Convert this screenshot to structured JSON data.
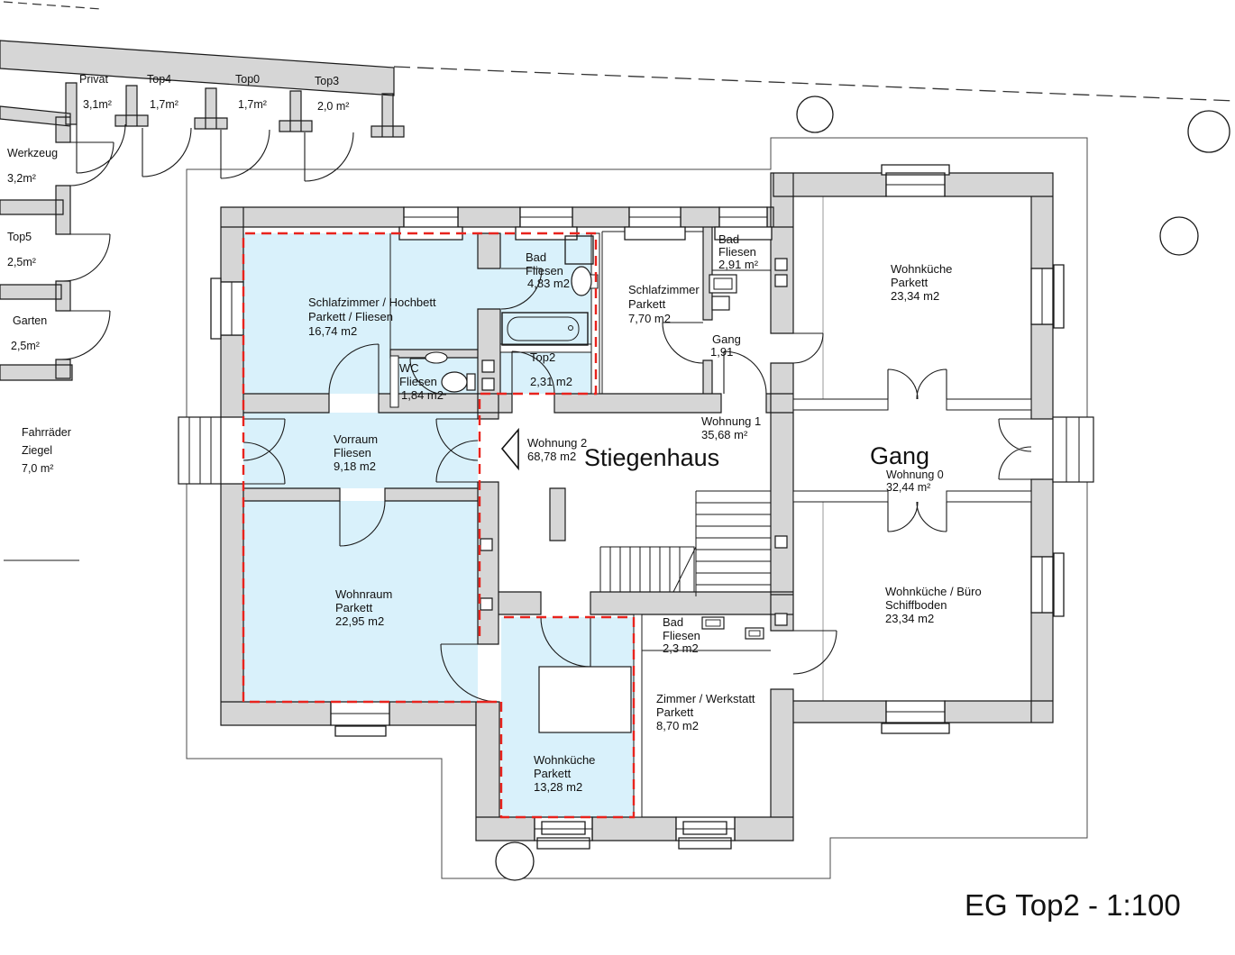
{
  "plan": {
    "title": "EG Top2 - 1:100",
    "colors": {
      "wall": "#d6d6d6",
      "highlight": "#d9f1fb",
      "boundary_red": "#e8231d"
    },
    "outbuildings": {
      "privat": {
        "name": "Privat",
        "area": "3,1m²"
      },
      "top4": {
        "name": "Top4",
        "area": "1,7m²"
      },
      "top0": {
        "name": "Top0",
        "area": "1,7m²"
      },
      "top3": {
        "name": "Top3",
        "area": "2,0 m²"
      },
      "werkzeug": {
        "name": "Werkzeug",
        "area": "3,2m²"
      },
      "top5": {
        "name": "Top5",
        "area": "2,5m²"
      },
      "garten": {
        "name": "Garten",
        "area": "2,5m²"
      },
      "fahrraeder": {
        "l1": "Fahrräder",
        "l2": "Ziegel",
        "area": "7,0 m²"
      }
    },
    "rooms": {
      "schlaf_hochbett": {
        "l1": "Schlafzimmer / Hochbett",
        "l2": "Parkett / Fliesen",
        "area": "16,74 m2"
      },
      "bad_top2": {
        "l1": "Bad",
        "l2": "Fliesen",
        "area": "4,83 m2"
      },
      "wc": {
        "l1": "WC",
        "l2": "Fliesen",
        "area": "1,84 m2"
      },
      "top2room": {
        "l1": "Top2",
        "area": "2,31 m2"
      },
      "vorraum": {
        "l1": "Vorraum",
        "l2": "Fliesen",
        "area": "9,18 m2"
      },
      "wohnraum": {
        "l1": "Wohnraum",
        "l2": "Parkett",
        "area": "22,95 m2"
      },
      "schlaf_w1": {
        "l1": "Schlafzimmer",
        "l2": "Parkett",
        "area": "7,70 m2"
      },
      "bad_w1": {
        "l1": "Bad",
        "l2": "Fliesen",
        "area": "2,91 m²"
      },
      "gang_w1": {
        "l1": "Gang",
        "area": "1,91"
      },
      "wohnkueche_w0": {
        "l1": "Wohnküche",
        "l2": "Parkett",
        "area": "23,34 m2"
      },
      "buero_w0": {
        "l1": "Wohnküche / Büro",
        "l2": "Schiffboden",
        "area": "23,34 m2"
      },
      "bad_eg": {
        "l1": "Bad",
        "l2": "Fliesen",
        "area": "2,3 m2"
      },
      "zimmer_werkstatt": {
        "l1": "Zimmer / Werkstatt",
        "l2": "Parkett",
        "area": "8,70 m2"
      },
      "wohnkueche_top2": {
        "l1": "Wohnküche",
        "l2": "Parkett",
        "area": "13,28 m2"
      }
    },
    "zones": {
      "stiegenhaus": "Stiegenhaus",
      "gang_big": "Gang",
      "wohnung1": {
        "name": "Wohnung 1",
        "area": "35,68 m²"
      },
      "wohnung2": {
        "name": "Wohnung 2",
        "area": "68,78 m2"
      },
      "wohnung0": {
        "name": "Wohnung 0",
        "area": "32,44 m²"
      }
    }
  }
}
